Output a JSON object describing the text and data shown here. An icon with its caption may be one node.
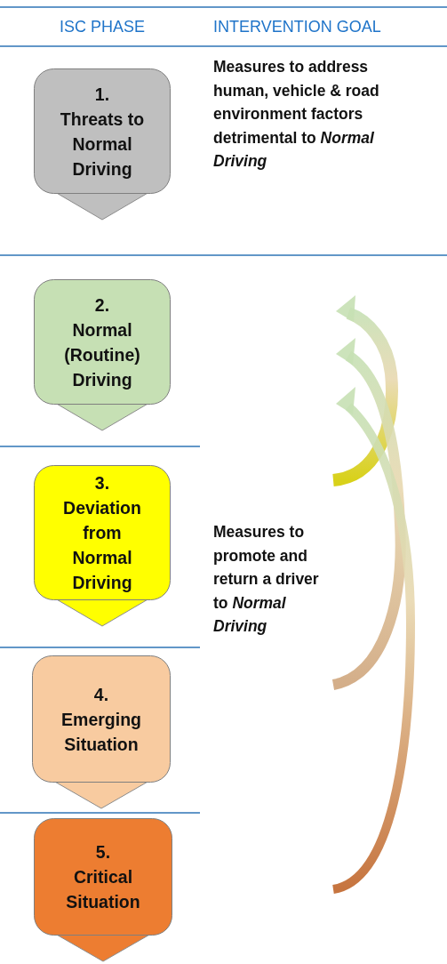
{
  "diagram": {
    "nodes": [
      {
        "text": [
          "1.",
          "Threats to Normal Driving"
        ]
      },
      {
        "text": [
          "2.",
          "Normal (Routine) Driving"
        ]
      },
      {
        "text": [
          "3.",
          "Deviation from Normal Driving"
        ]
      },
      {
        "text": [
          "4.",
          "Emerging Situation"
        ]
      },
      {
        "text": [
          "5.",
          "Critical Situation"
        ]
      }
    ],
    "edges": [],
    "labels": [
      "ISC PHASE",
      "INTERVENTION GOAL",
      "Measures to address human, vehicle & road environment factors detrimental to *Normal Driving*",
      "Measures to promote and return a driver to *Normal Driving*"
    ]
  }
}
